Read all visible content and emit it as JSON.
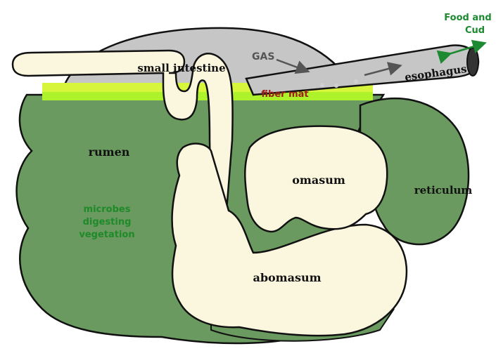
{
  "labels": {
    "small_intestine": "small intestine",
    "gas": "GAS",
    "esophagus": "esophagus",
    "fiber_mat": "fiber mat",
    "rumen": "rumen",
    "microbes_line1": "microbes",
    "microbes_line2": "digesting",
    "microbes_line3": "vegetation",
    "omasum": "omasum",
    "reticulum": "reticulum",
    "abomasum": "abomasum",
    "food_line1": "Food and",
    "food_line2": "Cud"
  },
  "colors": {
    "rumen_green": "#6a9a5f",
    "intestine_cream": "#fbf6de",
    "gas_gray": "#c6c6c6",
    "fiber_lime": "#d7f53b",
    "fiber_bright": "#aef22c",
    "fiber_text": "#9c1e16",
    "microbe_text": "#1f8a2a",
    "food_text": "#1d8a32",
    "arrow_gray": "#555555",
    "outline": "#111111"
  }
}
